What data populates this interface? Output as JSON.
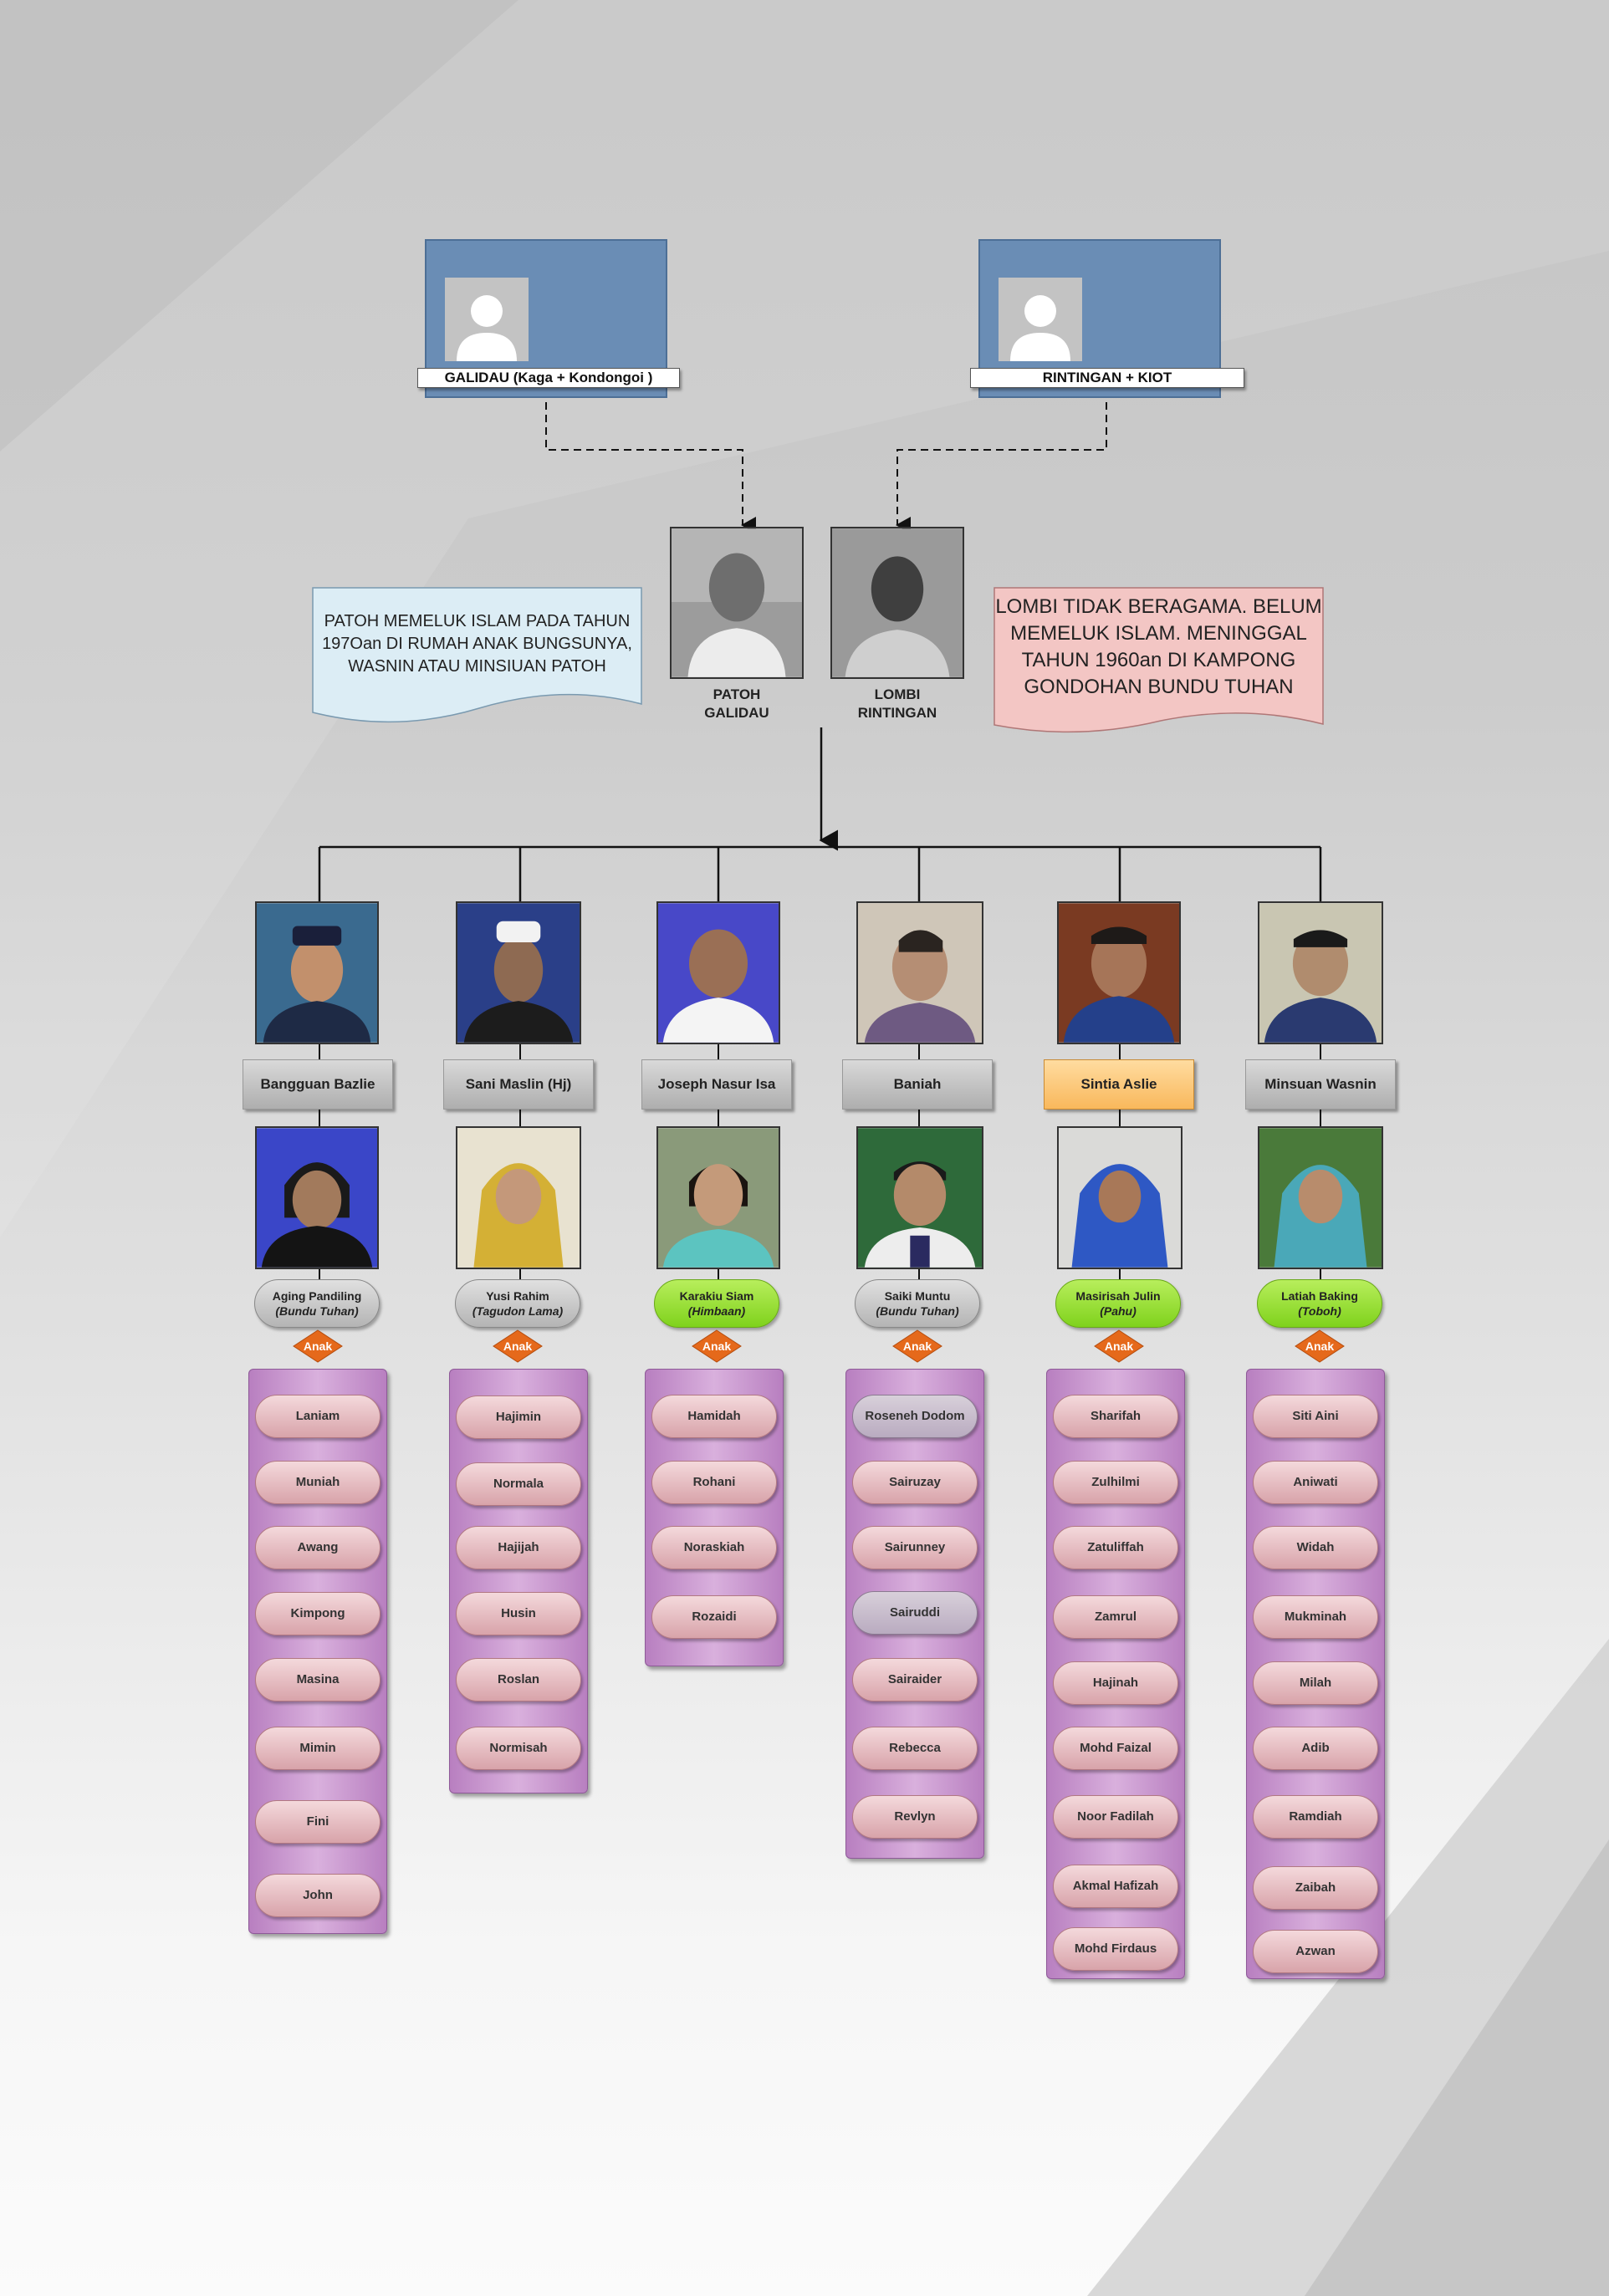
{
  "ancestors": [
    {
      "label": "GALIDAU (Kaga + Kondongoi )"
    },
    {
      "label": "RINTINGAN + KIOT"
    }
  ],
  "grandparents": [
    {
      "line1": "PATOH",
      "line2": "GALIDAU"
    },
    {
      "line1": "LOMBI",
      "line2": "RINTINGAN"
    }
  ],
  "notes": {
    "left": [
      "PATOH MEMELUK ISLAM PADA TAHUN",
      "197Oan DI RUMAH ANAK BUNGSUNYA,",
      "WASNIN ATAU MINSIUAN PATOH"
    ],
    "right": [
      "LOMBI TIDAK BERAGAMA. BELUM",
      "MEMELUK ISLAM. MENINGGAL",
      "TAHUN 1960an DI KAMPONG",
      "GONDOHAN BUNDU TUHAN"
    ]
  },
  "anak_label": "Anak",
  "families": [
    {
      "child": "Bangguan Bazlie",
      "spouse": "Aging Pandiling",
      "spouse_origin": "(Bundu Tuhan)",
      "kids": [
        "Laniam",
        "Muniah",
        "Awang",
        "Kimpong",
        "Masina",
        "Mimin",
        "Fini",
        "John"
      ]
    },
    {
      "child": "Sani Maslin (Hj)",
      "spouse": "Yusi Rahim",
      "spouse_origin": "(Tagudon Lama)",
      "kids": [
        "Hajimin",
        "Normala",
        "Hajijah",
        "Husin",
        "Roslan",
        "Normisah"
      ]
    },
    {
      "child": "Joseph Nasur Isa",
      "spouse": "Karakiu Siam",
      "spouse_origin": "(Himbaan)",
      "kids": [
        "Hamidah",
        "Rohani",
        "Noraskiah",
        "Rozaidi"
      ]
    },
    {
      "child": "Baniah",
      "spouse": "Saiki Muntu",
      "spouse_origin": "(Bundu Tuhan)",
      "kids": [
        "Roseneh Dodom",
        "Sairuzay",
        "Sairunney",
        "Sairuddi",
        "Sairaider",
        "Rebecca",
        "Revlyn"
      ]
    },
    {
      "child": "Sintia Aslie",
      "spouse": "Masirisah Julin",
      "spouse_origin": "(Pahu)",
      "kids": [
        "Sharifah",
        "Zulhilmi",
        "Zatuliffah",
        "Zamrul",
        "Hajinah",
        "Mohd Faizal",
        "Noor Fadilah",
        "Akmal Hafizah",
        "Mohd Firdaus"
      ]
    },
    {
      "child": "Minsuan Wasnin",
      "spouse": "Latiah Baking",
      "spouse_origin": "(Toboh)",
      "kids": [
        "Siti Aini",
        "Aniwati",
        "Widah",
        "Mukminah",
        "Milah",
        "Adib",
        "Ramdiah",
        "Zaibah",
        "Azwan"
      ]
    }
  ],
  "colors": {
    "ancestor_box": "#6a8db5",
    "note_left": "#dcedf5",
    "note_right": "#f3c6c4",
    "child_bar_gray": "#c4c4c4",
    "child_bar_orange": "#fbc97a",
    "spouse_green": "#9be23a",
    "anak_diamond": "#e5691b",
    "panel": "#c995cf",
    "kid_pill": "#e9c2c6"
  }
}
